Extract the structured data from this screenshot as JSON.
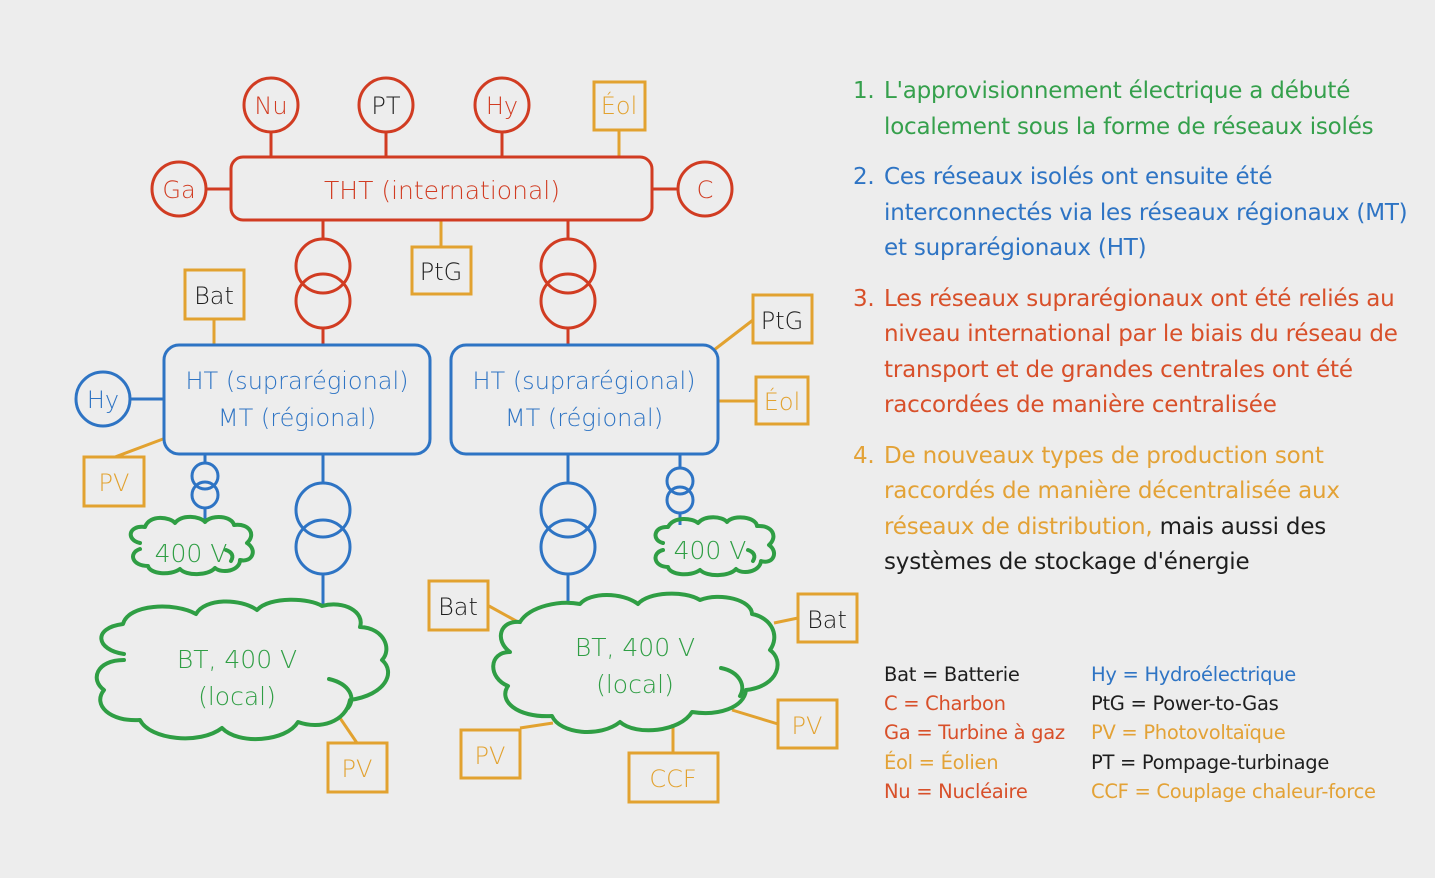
{
  "colors": {
    "background": "#ededed",
    "international": "#d13c22",
    "regional": "#2e74c4",
    "decentral": "#e2a230",
    "local": "#2f9e44",
    "text_dark": "#1e1e1e"
  },
  "diagram": {
    "tht": {
      "label": "THT (international)"
    },
    "tht_sources": {
      "nu": "Nu",
      "pt": "PT",
      "hy": "Hy",
      "eol": "Éol",
      "ga": "Ga",
      "c": "C",
      "ptg": "PtG"
    },
    "ht_left": {
      "line1": "HT (suprarégional)",
      "line2": "MT (régional)",
      "bat": "Bat",
      "hy": "Hy",
      "pv": "PV"
    },
    "ht_right": {
      "line1": "HT (suprarégional)",
      "line2": "MT (régional)",
      "ptg": "PtG",
      "eol": "Éol"
    },
    "small_cloud_left": "400 V",
    "small_cloud_right": "400 V",
    "bt_left": {
      "line1": "BT, 400 V",
      "line2": "(local)",
      "pv": "PV"
    },
    "bt_right": {
      "line1": "BT, 400 V",
      "line2": "(local)",
      "bat_left": "Bat",
      "bat_right": "Bat",
      "pv_left": "PV",
      "pv_right": "PV",
      "ccf": "CCF"
    }
  },
  "steps": [
    {
      "num": "1.",
      "color": "green",
      "text": "L'approvisionnement électrique a débuté localement sous la forme de réseaux isolés",
      "tail": ""
    },
    {
      "num": "2.",
      "color": "blue",
      "text": "Ces réseaux isolés ont ensuite été interconnectés via les réseaux régionaux (MT) et suprarégionaux (HT)",
      "tail": ""
    },
    {
      "num": "3.",
      "color": "red",
      "text": "Les réseaux suprarégionaux ont été reliés au niveau international par le biais du réseau de transport et de grandes centrales ont été raccordées de manière centralisée",
      "tail": ""
    },
    {
      "num": "4.",
      "color": "orange",
      "text": "De nouveaux types de production sont raccordés de manière décentralisée aux réseaux de distribution,",
      "tail": " mais aussi des systèmes de stockage d'énergie"
    }
  ],
  "legend": {
    "left": [
      {
        "text": "Bat = Batterie",
        "color": "dark"
      },
      {
        "text": "C = Charbon",
        "color": "red"
      },
      {
        "text": "Ga = Turbine à gaz",
        "color": "red"
      },
      {
        "text": "Éol = Éolien",
        "color": "orange"
      },
      {
        "text": "Nu = Nucléaire",
        "color": "red"
      }
    ],
    "right": [
      {
        "text": "Hy = Hydroélectrique",
        "color": "blue"
      },
      {
        "text": "PtG = Power-to-Gas",
        "color": "dark"
      },
      {
        "text": "PV = Photovoltaïque",
        "color": "orange"
      },
      {
        "text": "PT = Pompage-turbinage",
        "color": "dark"
      },
      {
        "text": "CCF = Couplage chaleur-force",
        "color": "orange"
      }
    ]
  }
}
